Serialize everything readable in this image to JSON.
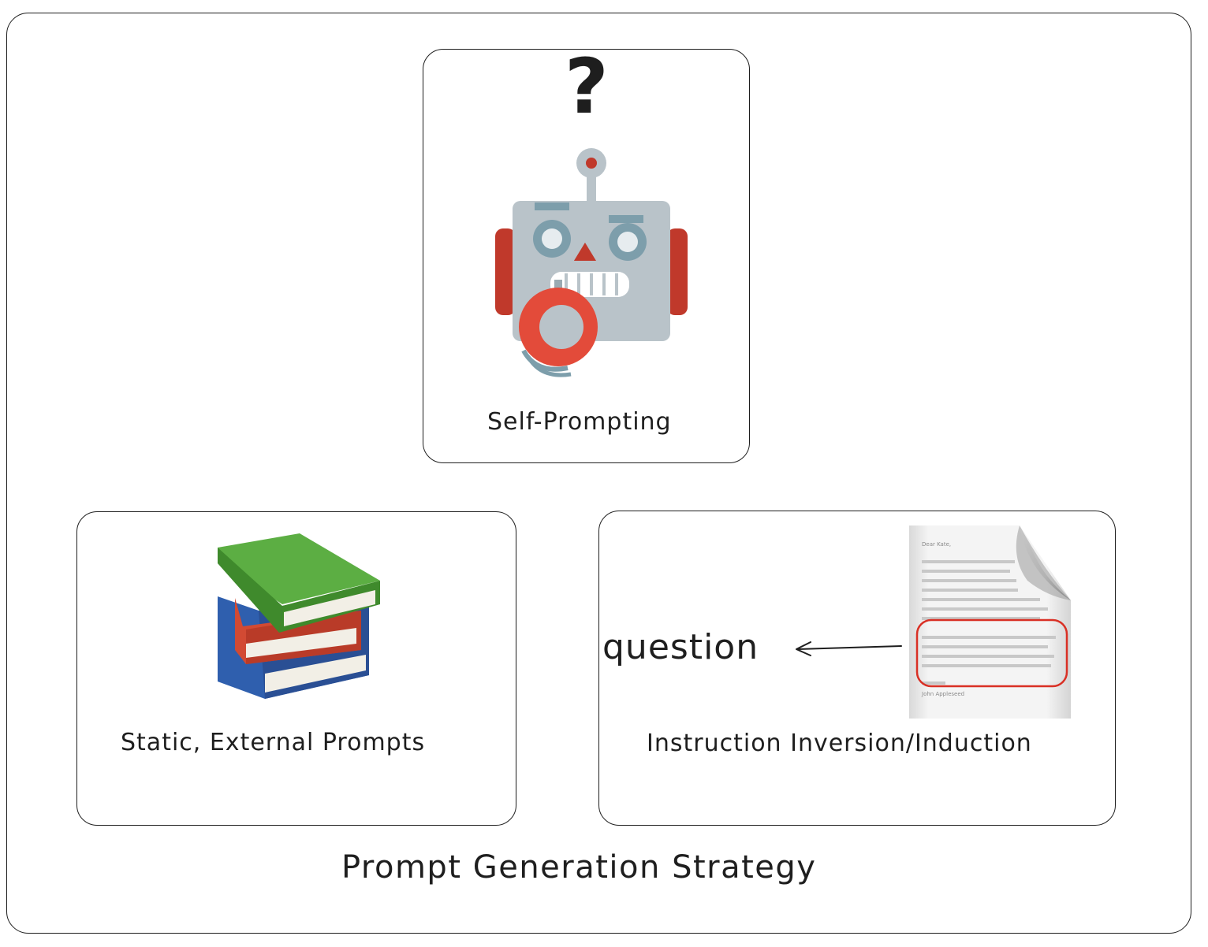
{
  "diagram": {
    "title": "Prompt Generation Strategy",
    "cards": {
      "self_prompting": {
        "label": "Self-Prompting",
        "icon": "robot-icon"
      },
      "static_prompts": {
        "label": "Static, External Prompts",
        "icon": "books-icon"
      },
      "instruction_inversion": {
        "label": "Instruction Inversion/Induction",
        "icon": "document-icon",
        "arrow_target": "question"
      }
    },
    "question_mark": "?",
    "document": {
      "greeting": "Dear Kate,",
      "signature": "John Appleseed"
    },
    "colors": {
      "stroke": "#1e1e1e",
      "robot_body": "#b9c3c9",
      "robot_accent": "#c0392b",
      "robot_eyes": "#7d9eab",
      "book_green": "#4f9e3a",
      "book_red": "#d24a33",
      "book_blue": "#2f5fae",
      "highlight_red": "#d93025"
    }
  }
}
